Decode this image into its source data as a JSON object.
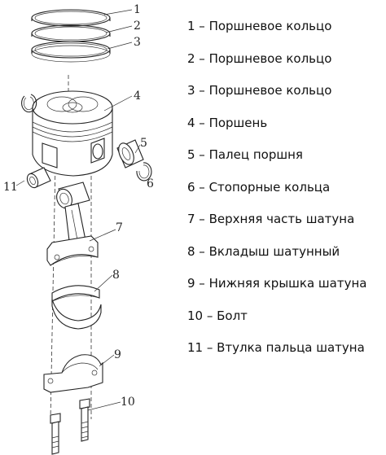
{
  "callouts": [
    "1",
    "2",
    "3",
    "4",
    "5",
    "6",
    "7",
    "8",
    "9",
    "10",
    "11"
  ],
  "legend": [
    "1 – Поршневое кольцо",
    "2 – Поршневое кольцо",
    "3 – Поршневое кольцо",
    "4 – Поршень",
    "5 – Палец поршня",
    "6 – Стопорные кольца",
    "7 – Верхняя часть шатуна",
    "8 – Вкладыш шатунный",
    "9 – Нижняя крышка шатуна",
    "10 – Болт",
    "11 – Втулка пальца шатуна"
  ]
}
